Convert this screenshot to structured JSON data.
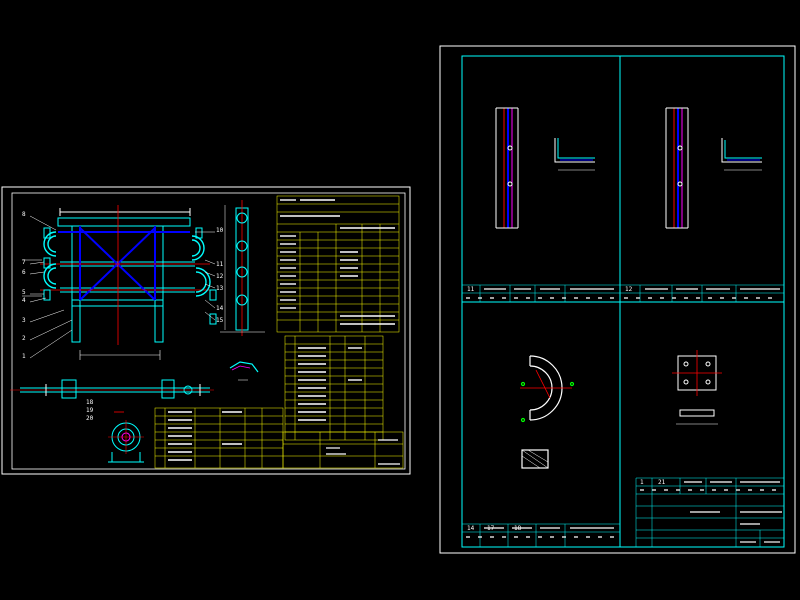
{
  "sheet1": {
    "balloons_left": [
      "8",
      "7",
      "6",
      "5",
      "4",
      "3",
      "2",
      "1"
    ],
    "balloons_right": [
      "10",
      "11",
      "12",
      "13",
      "14",
      "15"
    ],
    "balloons_detail": [
      "18",
      "19",
      "20"
    ]
  },
  "sheet2": {
    "panel_numbers": [
      "11",
      "12"
    ],
    "bottom_left_cells": [
      "14",
      "17",
      "18"
    ],
    "bottom_right_cells": [
      "1",
      "21"
    ]
  },
  "colors": {
    "frame": "#ffffff",
    "outline": "#00ffff",
    "table": "#ffff00",
    "section": "#0000ff",
    "centerline": "#ff0000",
    "dims": "#00ff00",
    "accent": "#ff00ff"
  }
}
